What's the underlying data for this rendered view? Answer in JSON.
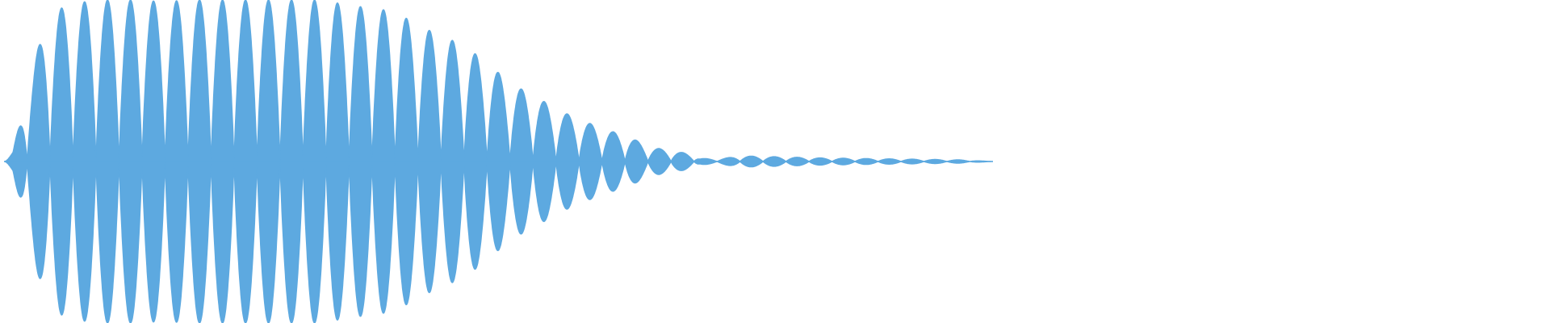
{
  "waveform": {
    "color": "#5DA9E0",
    "background": "#FFFFFF",
    "cycles": 43,
    "envelope_points": [
      [
        0.0,
        0.0
      ],
      [
        0.009,
        0.06
      ],
      [
        0.027,
        0.56
      ],
      [
        0.046,
        0.92
      ],
      [
        0.066,
        0.97
      ],
      [
        0.09,
        1.0
      ],
      [
        0.137,
        1.0
      ],
      [
        0.162,
        0.99
      ],
      [
        0.185,
        1.0
      ],
      [
        0.208,
        1.0
      ],
      [
        0.254,
        1.0
      ],
      [
        0.3,
        1.0
      ],
      [
        0.322,
        1.0
      ],
      [
        0.347,
        0.97
      ],
      [
        0.372,
        0.95
      ],
      [
        0.395,
        0.93
      ],
      [
        0.42,
        0.84
      ],
      [
        0.442,
        0.78
      ],
      [
        0.465,
        0.72
      ],
      [
        0.489,
        0.61
      ],
      [
        0.513,
        0.48
      ],
      [
        0.536,
        0.41
      ],
      [
        0.56,
        0.32
      ],
      [
        0.583,
        0.26
      ],
      [
        0.607,
        0.2
      ],
      [
        0.63,
        0.16
      ],
      [
        0.653,
        0.09
      ],
      [
        0.678,
        0.065
      ],
      [
        0.696,
        0.045
      ],
      [
        0.704,
        0.02
      ],
      [
        0.72,
        0.015
      ],
      [
        0.747,
        0.035
      ],
      [
        0.78,
        0.03
      ],
      [
        0.83,
        0.022
      ],
      [
        0.88,
        0.018
      ],
      [
        0.93,
        0.014
      ],
      [
        0.97,
        0.01
      ],
      [
        1.0,
        0.0
      ]
    ]
  }
}
